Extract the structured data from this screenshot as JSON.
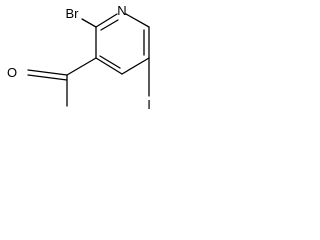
{
  "molecule": {
    "atoms": {
      "bromine": "Br",
      "nitrogen": "N",
      "iodine": "I",
      "oxygen": "O"
    }
  },
  "colors": {
    "bond": "#000000",
    "label": "#000000",
    "background": "#ffffff"
  }
}
